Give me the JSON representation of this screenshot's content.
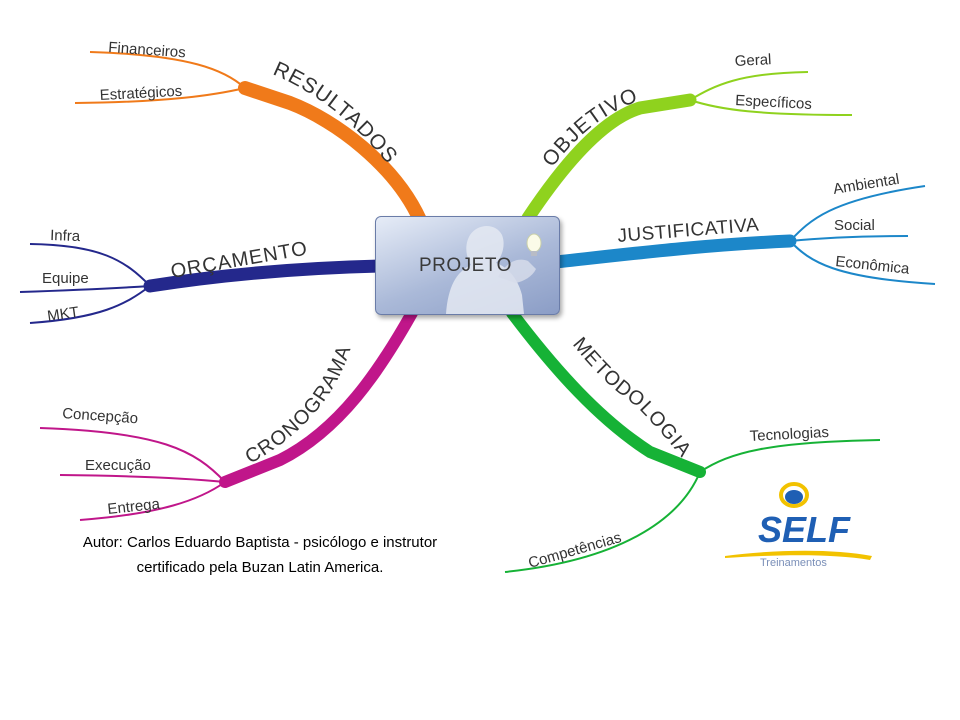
{
  "center": {
    "label": "PROJETO"
  },
  "branches": {
    "resultados": {
      "label": "RESULTADOS",
      "color": "#f07a1a",
      "children": [
        "Financeiros",
        "Estratégicos"
      ]
    },
    "objetivo": {
      "label": "OBJETIVO",
      "color": "#8fd21e",
      "children": [
        "Geral",
        "Específicos"
      ]
    },
    "justificativa": {
      "label": "JUSTIFICATIVA",
      "color": "#1c87c9",
      "children": [
        "Ambiental",
        "Social",
        "Econômica"
      ]
    },
    "orcamento": {
      "label": "ORÇAMENTO",
      "color": "#24288c",
      "children": [
        "Infra",
        "Equipe",
        "MKT"
      ]
    },
    "cronograma": {
      "label": "CRONOGRAMA",
      "color": "#c0168a",
      "children": [
        "Concepção",
        "Execução",
        "Entrega"
      ]
    },
    "metodologia": {
      "label": "METODOLOGIA",
      "color": "#16b236",
      "children": [
        "Tecnologias",
        "Competências"
      ]
    }
  },
  "footer": {
    "line1": "Autor: Carlos Eduardo Baptista - psicólogo e instrutor",
    "line2": "certificado pela Buzan Latin America."
  },
  "logo": {
    "name": "SELF",
    "tagline": "Treinamentos",
    "brand_blue": "#1f5fb4",
    "brand_yellow": "#f2c200"
  }
}
